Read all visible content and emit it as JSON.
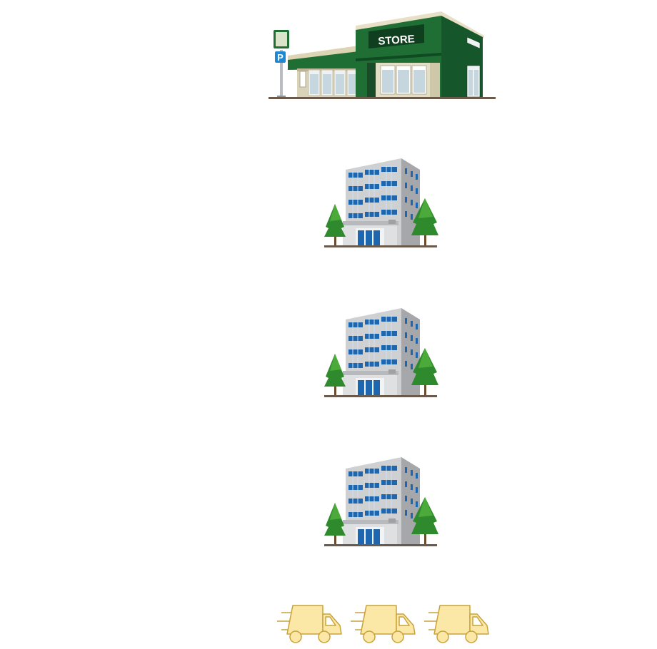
{
  "store": {
    "sign_text": "STORE",
    "parking_text": "P"
  },
  "offices": [
    {
      "kind": "office-building"
    },
    {
      "kind": "office-building"
    },
    {
      "kind": "office-building"
    }
  ],
  "trucks": [
    {
      "kind": "delivery-truck"
    },
    {
      "kind": "delivery-truck"
    },
    {
      "kind": "delivery-truck"
    }
  ],
  "colors": {
    "store_green": "#1f6f35",
    "store_dark_green": "#15562a",
    "building_gray": "#c9cacc",
    "window_blue": "#1d67b0",
    "tree_green": "#2f8a2e",
    "truck_fill": "#fbe7a6",
    "truck_stroke": "#c9a33a",
    "ground": "#6b5a4b"
  }
}
